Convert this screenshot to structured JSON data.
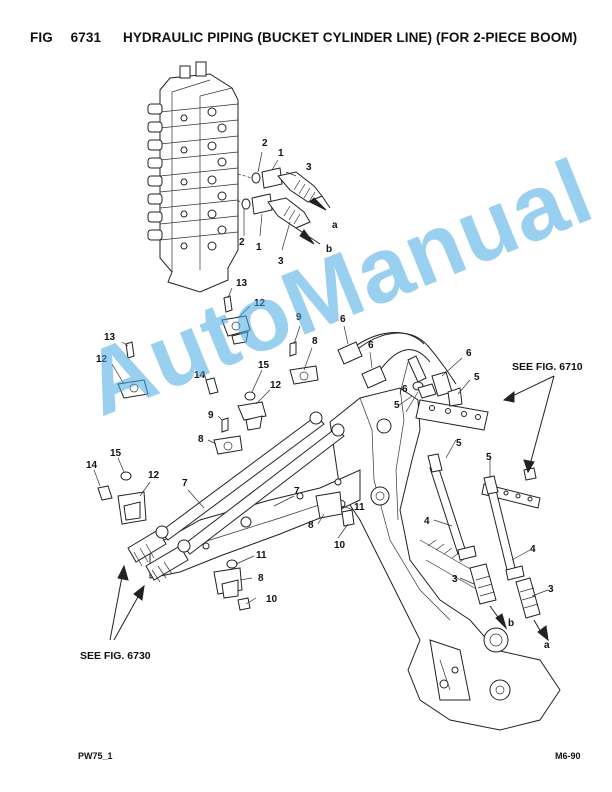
{
  "figure": {
    "fig_label": "FIG",
    "fig_number": "6731",
    "title": "HYDRAULIC PIPING (BUCKET CYLINDER LINE) (FOR 2-PIECE BOOM)"
  },
  "references": {
    "see_6710": "SEE FIG. 6710",
    "see_6730": "SEE FIG. 6730"
  },
  "callouts": {
    "c2a": "2",
    "c1a": "1",
    "c3a": "3",
    "ca_top": "a",
    "c2b": "2",
    "c1b": "1",
    "c3b": "3",
    "cb_top": "b",
    "c13a": "13",
    "c12a": "12",
    "c13b": "13",
    "c12b": "12",
    "c9a": "9",
    "c6a": "6",
    "c8a": "8",
    "c6b": "6",
    "c6c": "6",
    "c6d": "6",
    "c5a": "5",
    "c5b": "5",
    "c14a": "14",
    "c15a": "15",
    "c12c": "12",
    "c9b": "9",
    "c8b": "8",
    "c15b": "15",
    "c14b": "14",
    "c12d": "12",
    "c7a": "7",
    "c7b": "7",
    "c5c": "5",
    "c5d": "5",
    "c4a": "4",
    "c4b": "4",
    "c11a": "11",
    "c8c": "8",
    "c10a": "10",
    "c3c": "3",
    "c3d": "3",
    "cb_bot": "b",
    "ca_bot": "a",
    "c11b": "11",
    "c8d": "8",
    "c10b": "10"
  },
  "watermark": "AutoManual",
  "footer": {
    "left": "PW75_1",
    "right": "M6-90"
  }
}
